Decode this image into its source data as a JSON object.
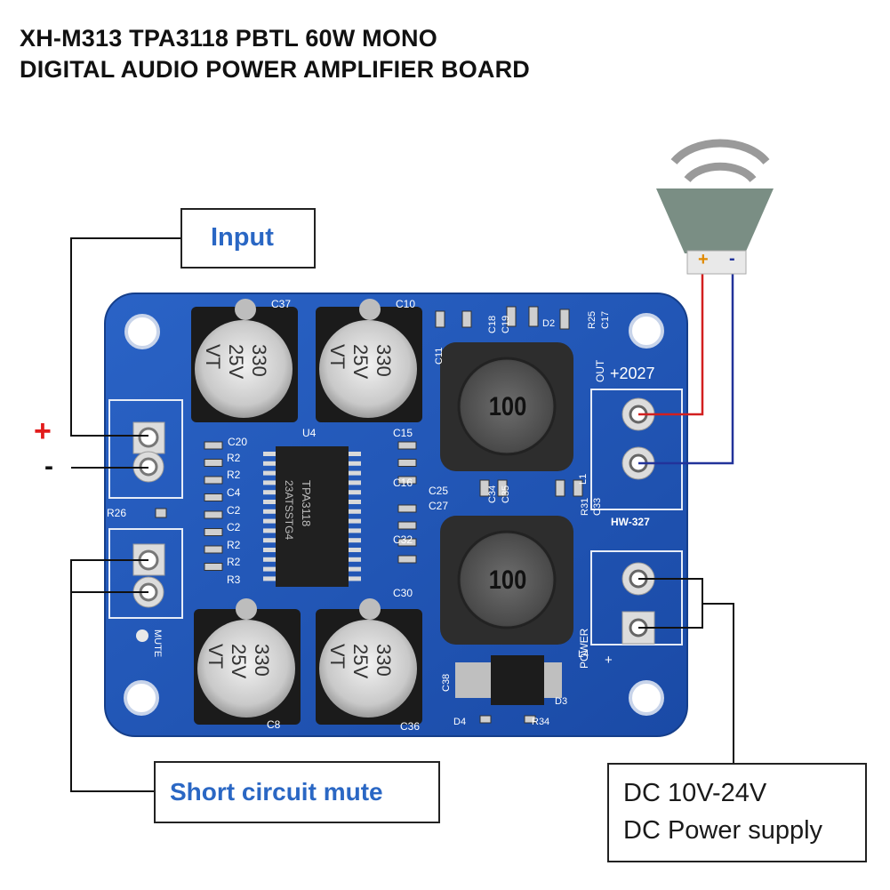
{
  "title": {
    "line1": "XH-M313 TPA3118 PBTL 60W MONO",
    "line2": "DIGITAL AUDIO POWER AMPLIFIER BOARD"
  },
  "callouts": {
    "input": "Input",
    "mute": "Short circuit mute",
    "power_line1": "DC 10V-24V",
    "power_line2": "DC Power supply"
  },
  "input_polarity": {
    "plus": "+",
    "minus": "-"
  },
  "speaker_polarity": {
    "plus": "+",
    "minus": "-"
  },
  "board": {
    "capacitor_text": [
      "330",
      "25V",
      "VT"
    ],
    "inductor_text": "100",
    "chip_text": [
      "23ATSSTG4",
      "TPA3118"
    ],
    "chip_label": "U4",
    "model_label": "HW-327",
    "out_label": "OUT",
    "out_code": "+2027",
    "power_label": "POWER",
    "mute_label": "MUTE",
    "r26": "R26",
    "cap_labels": [
      "C37",
      "C10",
      "C8",
      "C36"
    ],
    "top_labels": [
      "C18",
      "C19",
      "D2",
      "R25",
      "C17"
    ],
    "mid_labels": [
      "C20",
      "C15",
      "C16",
      "C25",
      "C27",
      "C34",
      "C35",
      "C32",
      "C30",
      "C38",
      "L1",
      "L4",
      "D3",
      "D4",
      "R34",
      "R31",
      "C33",
      "C11"
    ],
    "left_labels": [
      "R2",
      "R2",
      "C4",
      "C2",
      "C2",
      "R2",
      "R2",
      "R3"
    ]
  },
  "colors": {
    "pcb": "#1e56b8",
    "pcb_dark": "#163f8f",
    "title": "#111111",
    "callout_blue": "#2a67c4",
    "wire_red": "#d21f1f",
    "wire_blue": "#22339a",
    "plus_red": "#e21b1b"
  }
}
